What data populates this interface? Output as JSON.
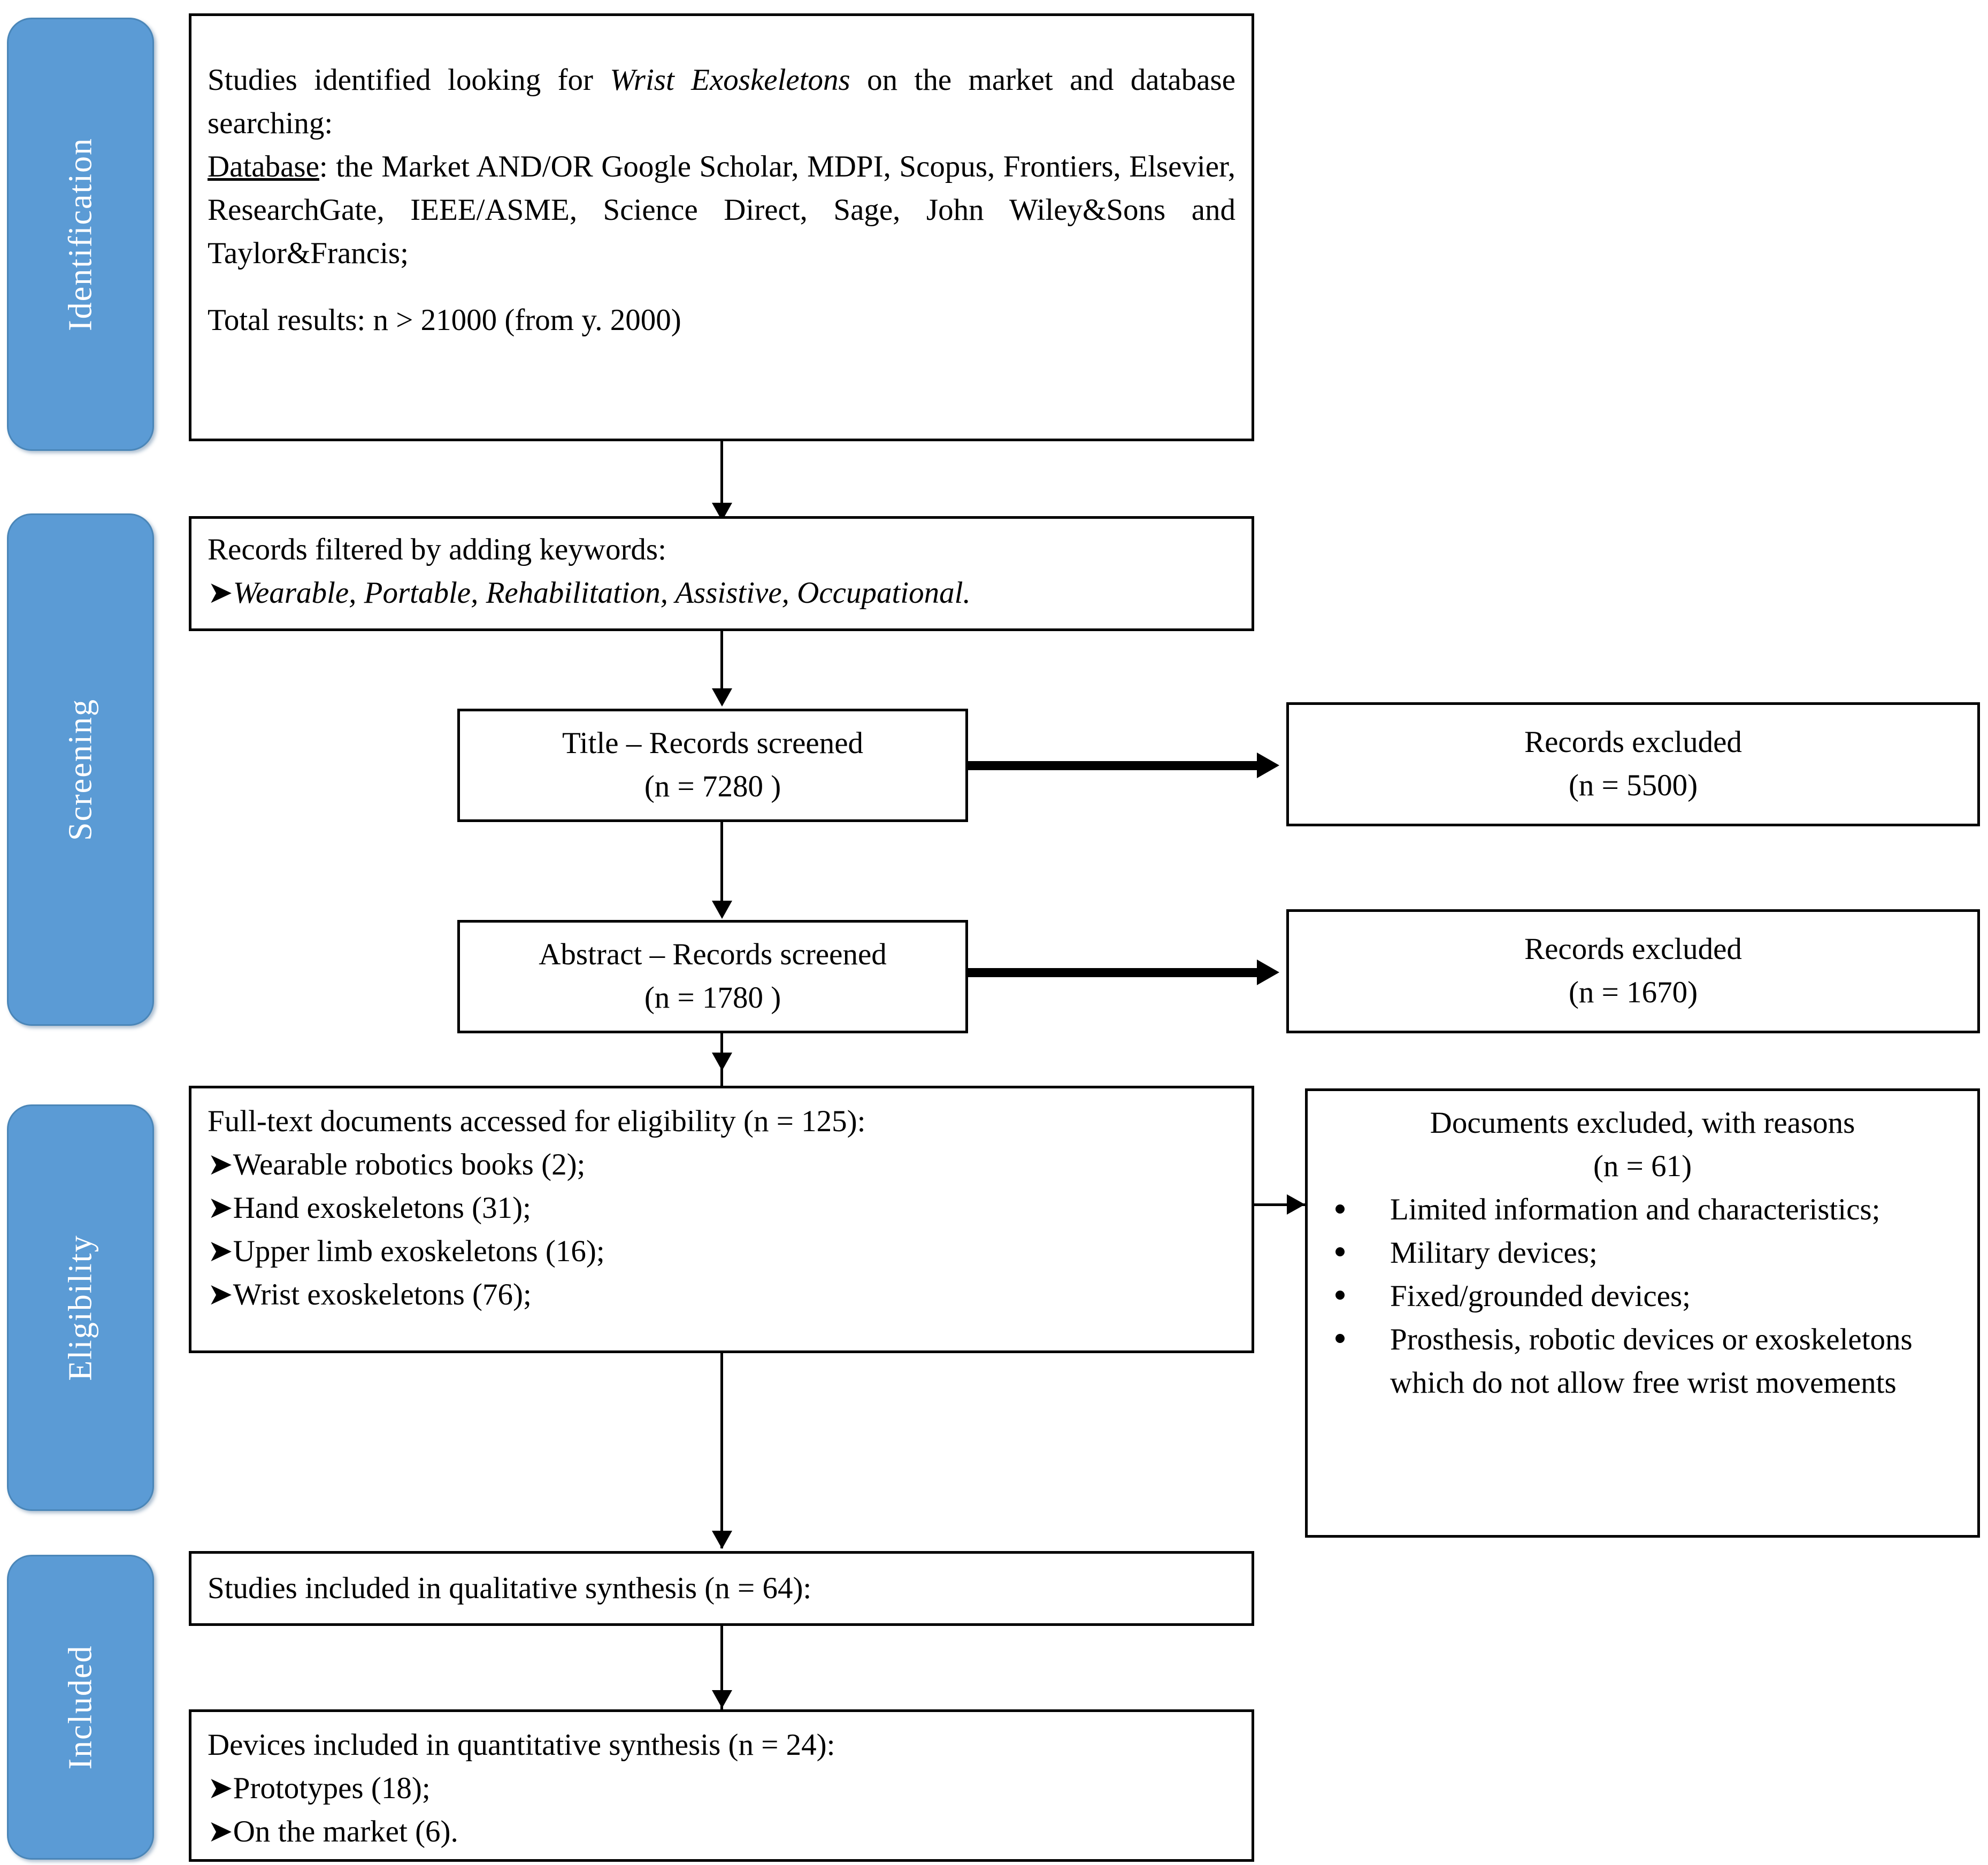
{
  "diagram": {
    "title": "PRISMA flow diagram - Wrist Exoskeletons systematic review",
    "accent_blue": "#5B9BD5",
    "accent_blue_border": "#4a86b8",
    "line_color": "#000000"
  },
  "stages": [
    {
      "label": "Identification"
    },
    {
      "label": "Screening"
    },
    {
      "label": "Eligibility"
    },
    {
      "label": "Included"
    }
  ],
  "identification_box": {
    "line1_a": "Studies identified looking for ",
    "line1_italic": "Wrist Exoskeletons",
    "line1_b": " on the market and database searching:",
    "line2_label": "Database",
    "line2_body": ": the Market AND/OR Google Scholar, MDPI, Scopus, Frontiers, Elsevier, ResearchGate, IEEE/ASME, Science Direct, Sage, John Wiley&Sons and Taylor&Francis;",
    "line3": "Total results: n > 21000 (from y. 2000)"
  },
  "filter_box": {
    "heading": "Records filtered by adding keywords:",
    "bullet_marker": "➤",
    "keywords": "Wearable, Portable, Rehabilitation, Assistive, Occupational."
  },
  "title_screen_box": {
    "line1": "Title – Records screened",
    "line2": "(n = 7280 )"
  },
  "title_excluded_box": {
    "line1": "Records excluded",
    "line2": "(n = 5500)"
  },
  "abstract_screen_box": {
    "line1": "Abstract – Records screened",
    "line2": "(n = 1780 )"
  },
  "abstract_excluded_box": {
    "line1": "Records excluded",
    "line2": "(n = 1670)"
  },
  "eligibility_box": {
    "heading": "Full-text documents accessed for eligibility (n = 125):",
    "bullet_marker": "➤",
    "items": [
      "Wearable robotics books (2);",
      "Hand exoskeletons (31);",
      "Upper limb exoskeletons (16);",
      "Wrist exoskeletons (76);"
    ]
  },
  "documents_excluded_box": {
    "line1": "Documents excluded, with reasons",
    "line2": "(n = 61)",
    "reasons": [
      "Limited information and characteristics;",
      "Military devices;",
      "Fixed/grounded devices;",
      "Prosthesis, robotic devices or exoskeletons which do not allow free wrist movements"
    ]
  },
  "qualitative_box": {
    "line1": "Studies included in qualitative synthesis (n = 64):"
  },
  "quantitative_box": {
    "heading": "Devices included in quantitative synthesis (n = 24):",
    "bullet_marker": "➤",
    "items": [
      "Prototypes (18);",
      "On the market (6)."
    ]
  }
}
